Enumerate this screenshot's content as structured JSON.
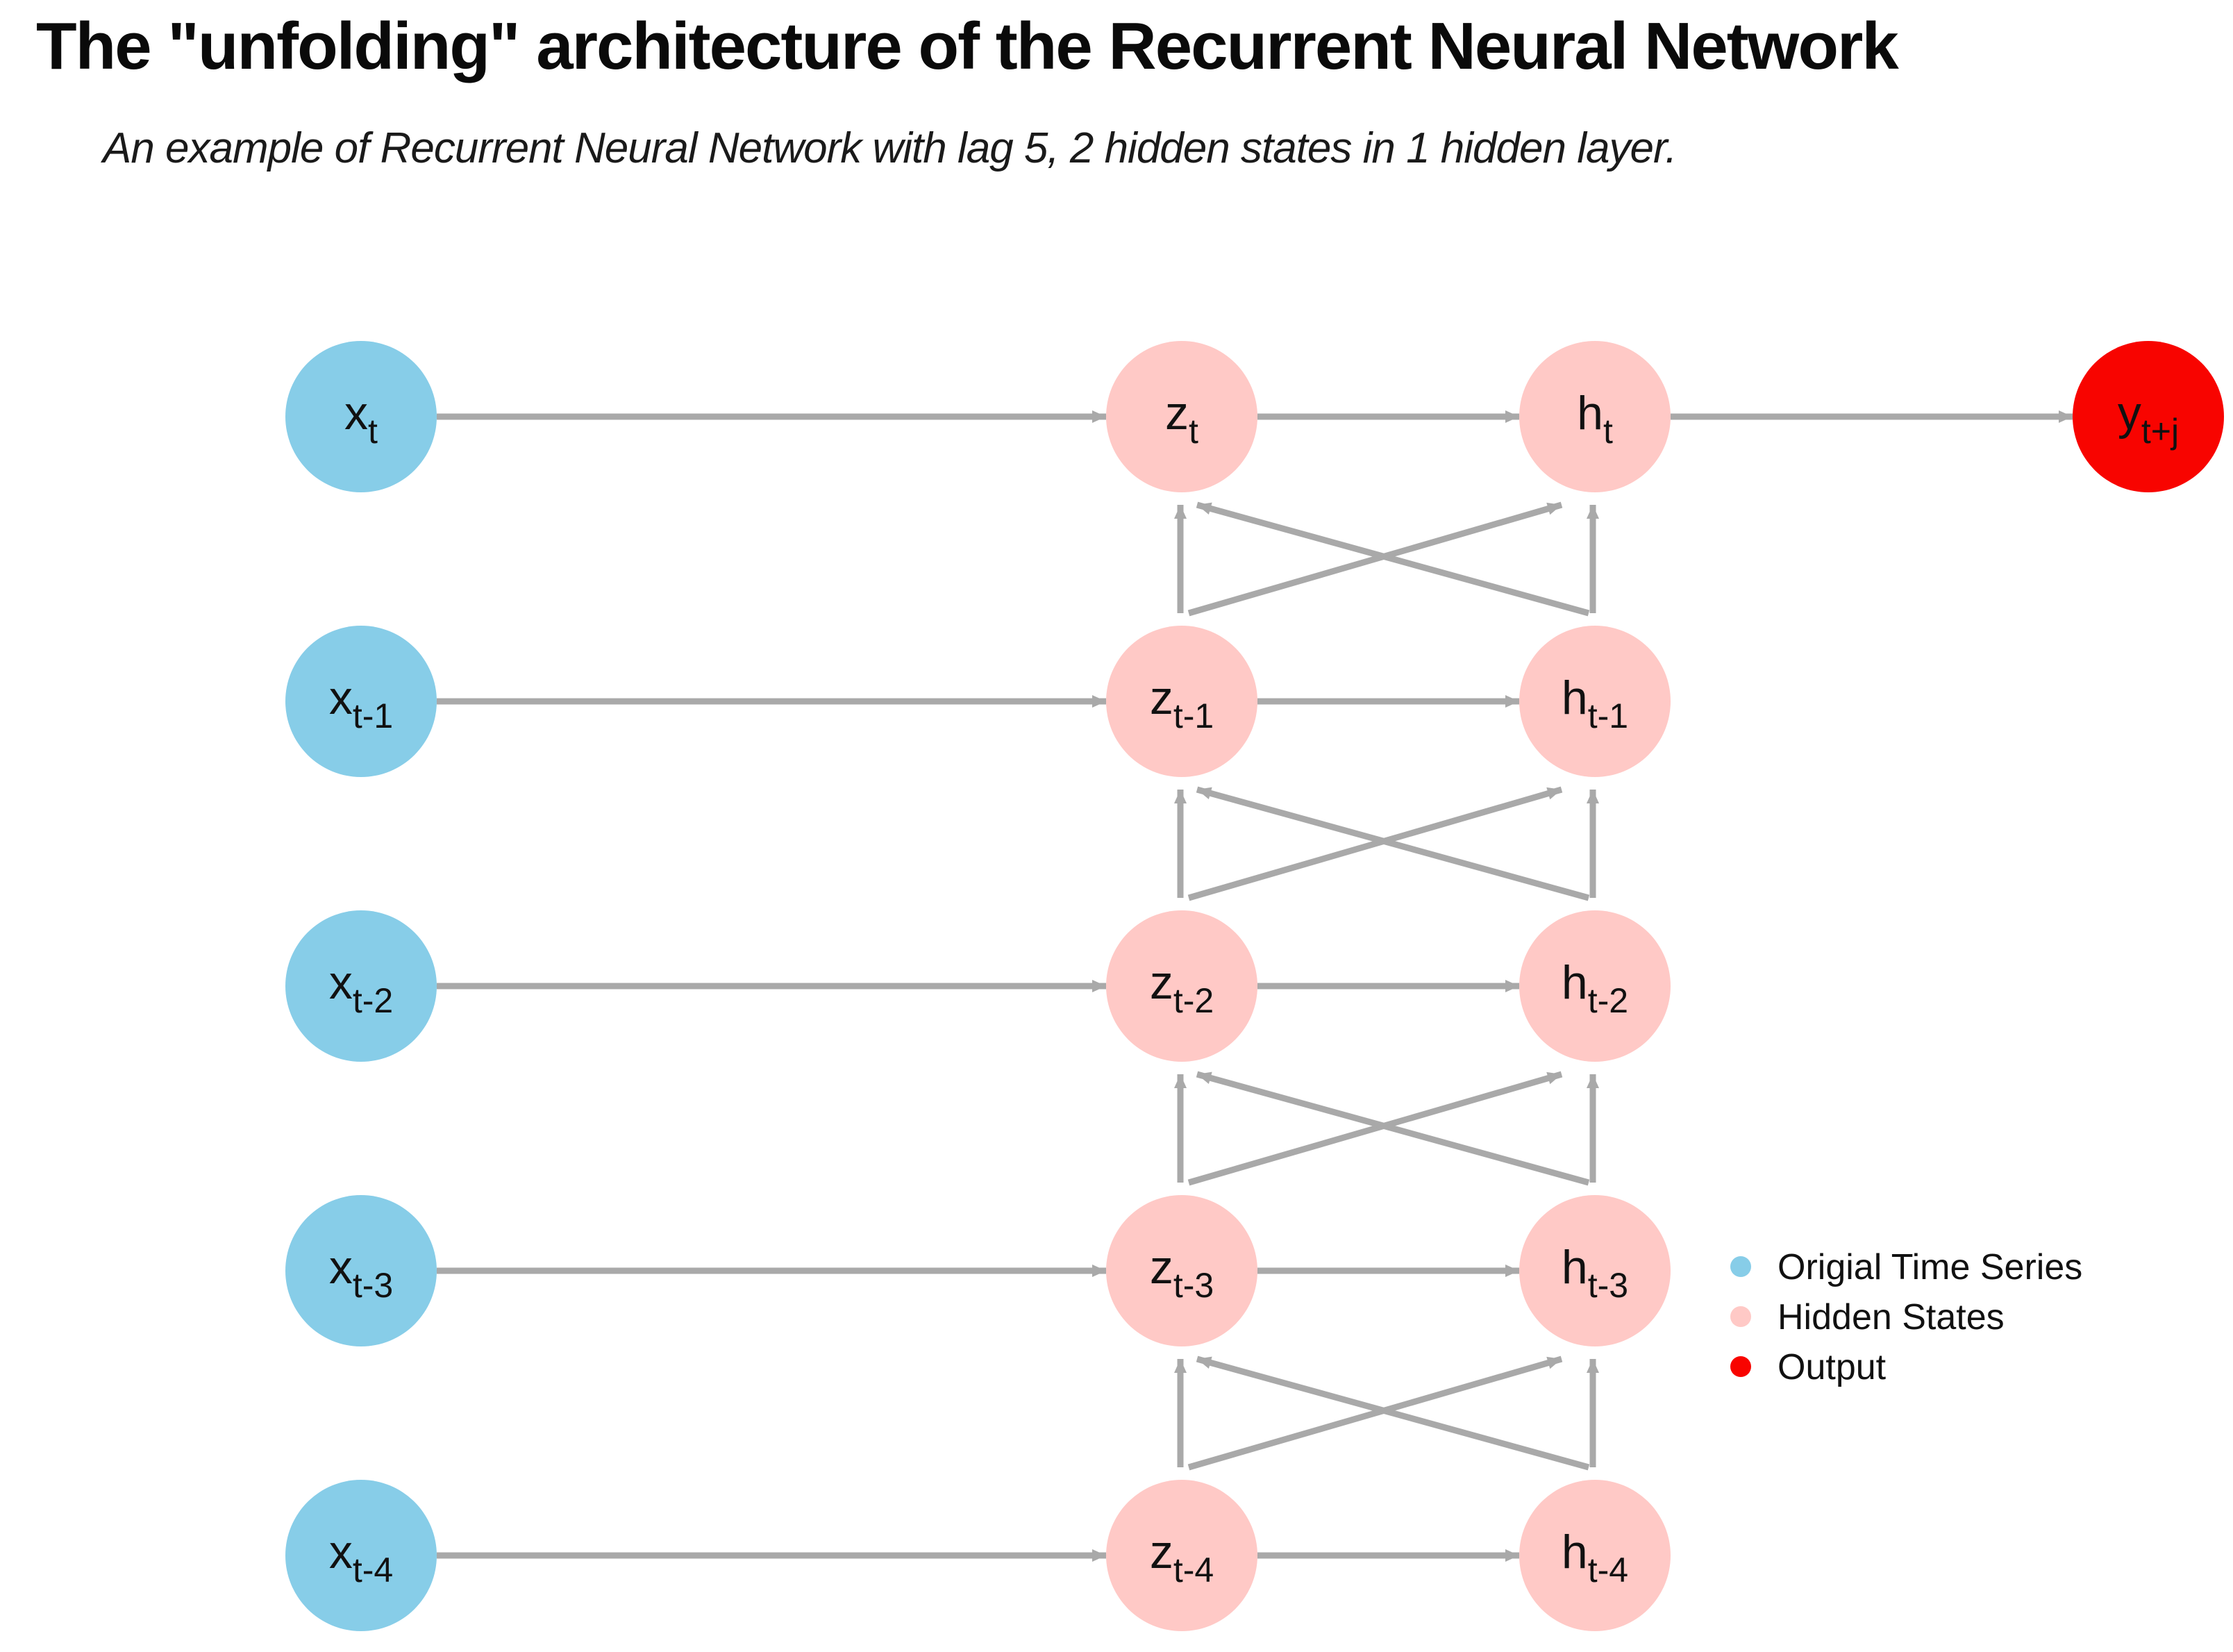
{
  "title": "The \"unfolding\" architecture of the Recurrent Neural Network",
  "subtitle": "An example of Recurrent Neural Network with lag 5, 2 hidden states in 1 hidden layer.",
  "colors": {
    "input": "#87CDE8",
    "hidden": "#FFC9C6",
    "output": "#F80400",
    "arrow": "#A9A9A9",
    "label": "#111111"
  },
  "nodes": {
    "inputs": [
      {
        "base": "x",
        "sub": "t"
      },
      {
        "base": "x",
        "sub": "t-1"
      },
      {
        "base": "x",
        "sub": "t-2"
      },
      {
        "base": "x",
        "sub": "t-3"
      },
      {
        "base": "x",
        "sub": "t-4"
      }
    ],
    "z_hidden": [
      {
        "base": "z",
        "sub": "t"
      },
      {
        "base": "z",
        "sub": "t-1"
      },
      {
        "base": "z",
        "sub": "t-2"
      },
      {
        "base": "z",
        "sub": "t-3"
      },
      {
        "base": "z",
        "sub": "t-4"
      }
    ],
    "h_hidden": [
      {
        "base": "h",
        "sub": "t"
      },
      {
        "base": "h",
        "sub": "t-1"
      },
      {
        "base": "h",
        "sub": "t-2"
      },
      {
        "base": "h",
        "sub": "t-3"
      },
      {
        "base": "h",
        "sub": "t-4"
      }
    ],
    "output": {
      "base": "y",
      "sub": "t+j"
    }
  },
  "legend": {
    "items": [
      {
        "label": "Origial Time Series",
        "color": "#87CDE8"
      },
      {
        "label": "Hidden States",
        "color": "#FFC9C6"
      },
      {
        "label": "Output",
        "color": "#F80400"
      }
    ]
  }
}
